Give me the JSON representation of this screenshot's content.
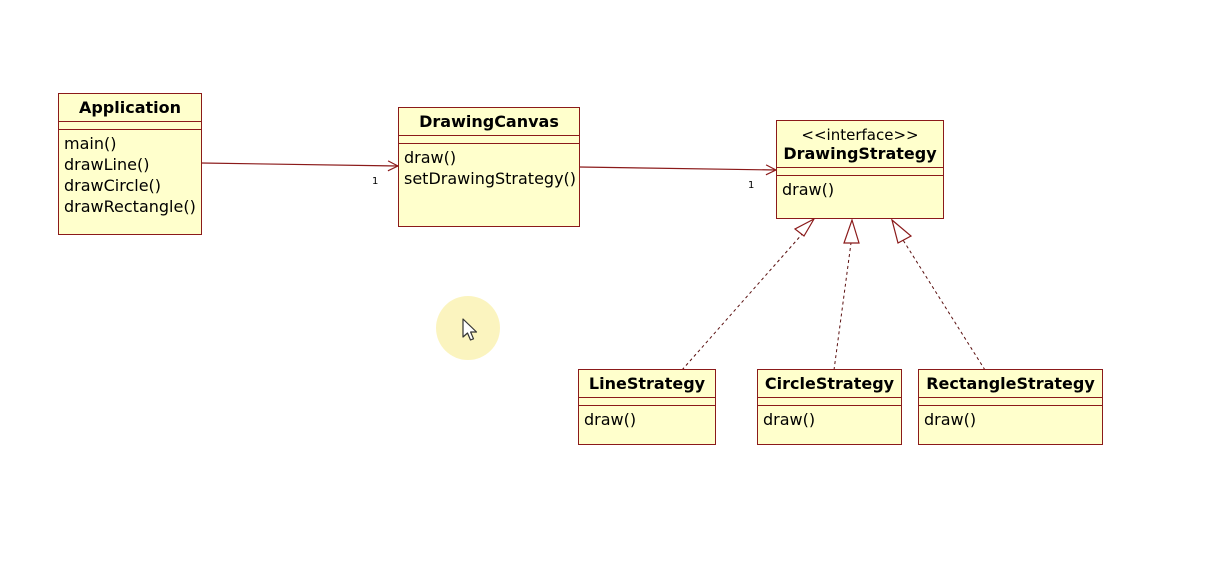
{
  "classes": {
    "application": {
      "name": "Application",
      "operations": [
        "main()",
        "drawLine()",
        "drawCircle()",
        "drawRectangle()"
      ]
    },
    "drawing_canvas": {
      "name": "DrawingCanvas",
      "operations": [
        "draw()",
        "setDrawingStrategy()"
      ]
    },
    "drawing_strategy": {
      "stereotype": "<<interface>>",
      "name": "DrawingStrategy",
      "operations": [
        "draw()"
      ]
    },
    "line_strategy": {
      "name": "LineStrategy",
      "operations": [
        "draw()"
      ]
    },
    "circle_strategy": {
      "name": "CircleStrategy",
      "operations": [
        "draw()"
      ]
    },
    "rectangle_strategy": {
      "name": "RectangleStrategy",
      "operations": [
        "draw()"
      ]
    }
  },
  "associations": [
    {
      "from": "Application",
      "to": "DrawingCanvas",
      "multiplicity": "1"
    },
    {
      "from": "DrawingCanvas",
      "to": "DrawingStrategy",
      "multiplicity": "1"
    }
  ],
  "realizations": [
    {
      "from": "LineStrategy",
      "to": "DrawingStrategy"
    },
    {
      "from": "CircleStrategy",
      "to": "DrawingStrategy"
    },
    {
      "from": "RectangleStrategy",
      "to": "DrawingStrategy"
    }
  ],
  "colors": {
    "class_fill": "#ffffcc",
    "class_border": "#8b1a1a",
    "line": "#8b1a1a",
    "cursor_halo": "#faf0aa"
  },
  "icons": {
    "cursor": "mouse-pointer-icon"
  }
}
